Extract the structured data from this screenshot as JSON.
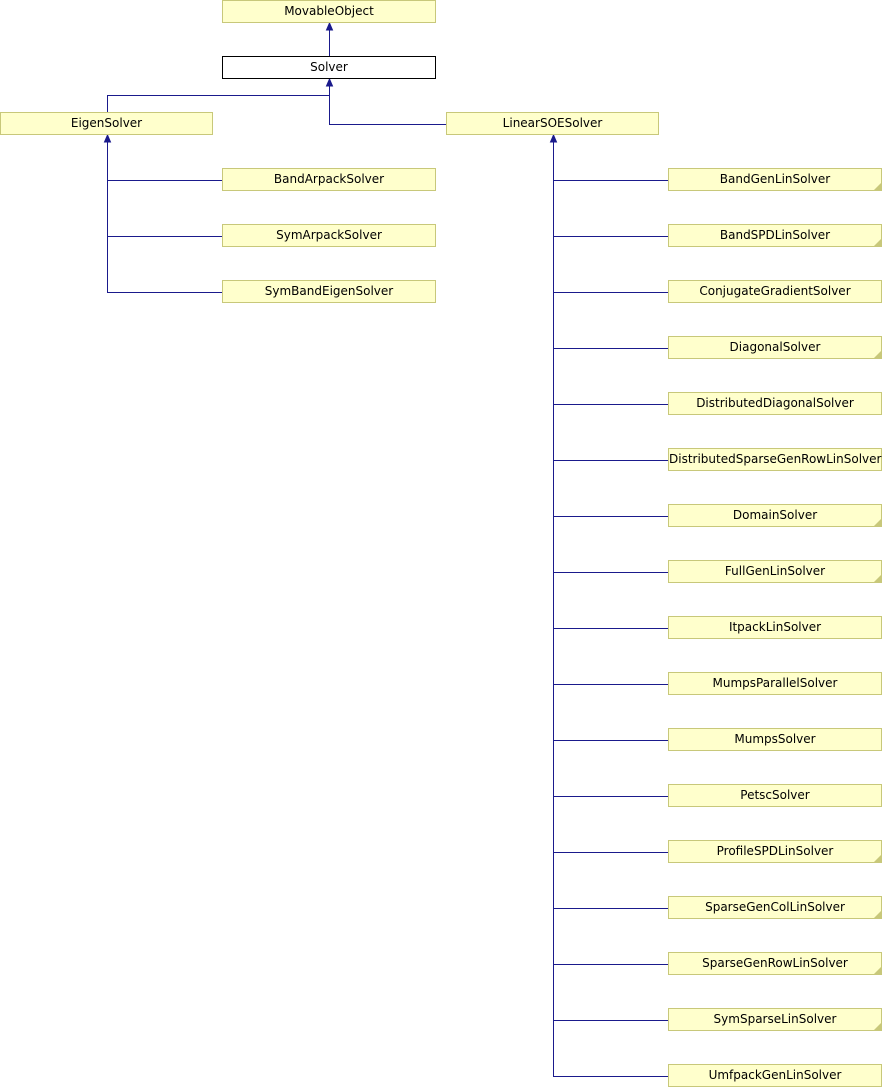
{
  "colors": {
    "node_fill": "#ffffcc",
    "node_border": "#c8c87a",
    "current_fill": "#ffffff",
    "current_border": "#000000",
    "edge": "#1a1a8c"
  },
  "nodes": [
    {
      "id": "movable-object",
      "label": "MovableObject"
    },
    {
      "id": "solver",
      "label": "Solver",
      "current": true
    },
    {
      "id": "eigen-solver",
      "label": "EigenSolver"
    },
    {
      "id": "linear-soe-solver",
      "label": "LinearSOESolver"
    },
    {
      "id": "band-arpack-solver",
      "label": "BandArpackSolver"
    },
    {
      "id": "sym-arpack-solver",
      "label": "SymArpackSolver"
    },
    {
      "id": "sym-band-eigen-solver",
      "label": "SymBandEigenSolver"
    },
    {
      "id": "band-gen-lin-solver",
      "label": "BandGenLinSolver",
      "more": true
    },
    {
      "id": "band-spd-lin-solver",
      "label": "BandSPDLinSolver",
      "more": true
    },
    {
      "id": "conjugate-gradient-solver",
      "label": "ConjugateGradientSolver"
    },
    {
      "id": "diagonal-solver",
      "label": "DiagonalSolver",
      "more": true
    },
    {
      "id": "distributed-diagonal-solver",
      "label": "DistributedDiagonalSolver"
    },
    {
      "id": "distributed-sparse-gen-row-lin-solver",
      "label": "DistributedSparseGenRowLinSolver"
    },
    {
      "id": "domain-solver",
      "label": "DomainSolver",
      "more": true
    },
    {
      "id": "full-gen-lin-solver",
      "label": "FullGenLinSolver",
      "more": true
    },
    {
      "id": "itpack-lin-solver",
      "label": "ItpackLinSolver"
    },
    {
      "id": "mumps-parallel-solver",
      "label": "MumpsParallelSolver"
    },
    {
      "id": "mumps-solver",
      "label": "MumpsSolver"
    },
    {
      "id": "petsc-solver",
      "label": "PetscSolver"
    },
    {
      "id": "profile-spd-lin-solver",
      "label": "ProfileSPDLinSolver",
      "more": true
    },
    {
      "id": "sparse-gen-col-lin-solver",
      "label": "SparseGenColLinSolver",
      "more": true
    },
    {
      "id": "sparse-gen-row-lin-solver",
      "label": "SparseGenRowLinSolver",
      "more": true
    },
    {
      "id": "sym-sparse-lin-solver",
      "label": "SymSparseLinSolver",
      "more": true
    },
    {
      "id": "umfpack-gen-lin-solver",
      "label": "UmfpackGenLinSolver"
    }
  ],
  "edges": [
    {
      "from": "solver",
      "to": "movable-object"
    },
    {
      "from": "eigen-solver",
      "to": "solver"
    },
    {
      "from": "linear-soe-solver",
      "to": "solver"
    },
    {
      "from": "band-arpack-solver",
      "to": "eigen-solver"
    },
    {
      "from": "sym-arpack-solver",
      "to": "eigen-solver"
    },
    {
      "from": "sym-band-eigen-solver",
      "to": "eigen-solver"
    },
    {
      "from": "band-gen-lin-solver",
      "to": "linear-soe-solver"
    },
    {
      "from": "band-spd-lin-solver",
      "to": "linear-soe-solver"
    },
    {
      "from": "conjugate-gradient-solver",
      "to": "linear-soe-solver"
    },
    {
      "from": "diagonal-solver",
      "to": "linear-soe-solver"
    },
    {
      "from": "distributed-diagonal-solver",
      "to": "linear-soe-solver"
    },
    {
      "from": "distributed-sparse-gen-row-lin-solver",
      "to": "linear-soe-solver"
    },
    {
      "from": "domain-solver",
      "to": "linear-soe-solver"
    },
    {
      "from": "full-gen-lin-solver",
      "to": "linear-soe-solver"
    },
    {
      "from": "itpack-lin-solver",
      "to": "linear-soe-solver"
    },
    {
      "from": "mumps-parallel-solver",
      "to": "linear-soe-solver"
    },
    {
      "from": "mumps-solver",
      "to": "linear-soe-solver"
    },
    {
      "from": "petsc-solver",
      "to": "linear-soe-solver"
    },
    {
      "from": "profile-spd-lin-solver",
      "to": "linear-soe-solver"
    },
    {
      "from": "sparse-gen-col-lin-solver",
      "to": "linear-soe-solver"
    },
    {
      "from": "sparse-gen-row-lin-solver",
      "to": "linear-soe-solver"
    },
    {
      "from": "sym-sparse-lin-solver",
      "to": "linear-soe-solver"
    },
    {
      "from": "umfpack-gen-lin-solver",
      "to": "linear-soe-solver"
    }
  ]
}
